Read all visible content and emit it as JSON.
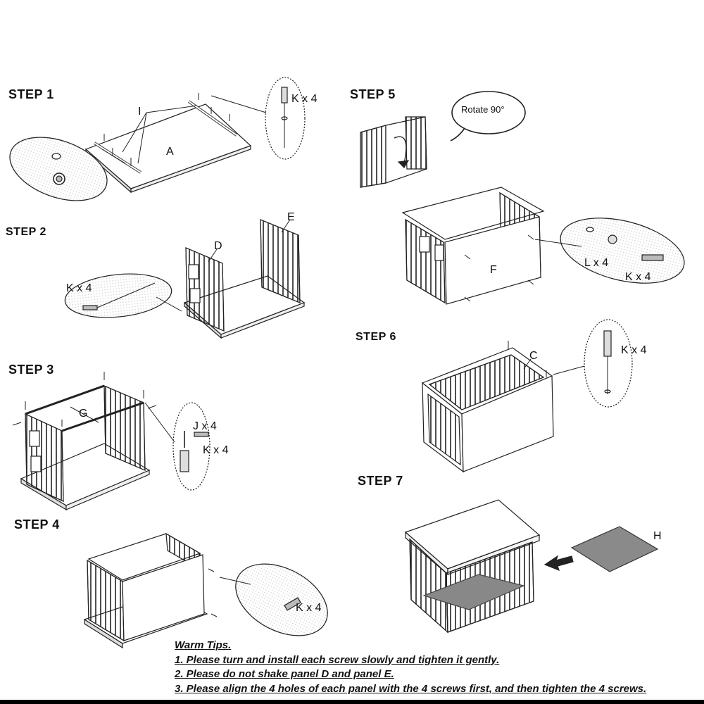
{
  "steps": {
    "s1": "STEP 1",
    "s2": "STEP 2",
    "s3": "STEP 3",
    "s4": "STEP 4",
    "s5": "STEP 5",
    "s6": "STEP 6",
    "s7": "STEP 7"
  },
  "labels": {
    "part_a": "A",
    "part_c": "C",
    "part_d": "D",
    "part_e": "E",
    "part_f": "F",
    "part_g": "G",
    "part_h": "H",
    "part_i": "I",
    "k_x4": "K x 4",
    "j_x4": "J x 4",
    "l_x4": "L x 4",
    "rotate": "Rotate 90°"
  },
  "tips": {
    "heading": "Warm Tips.",
    "tip1": "1. Please turn and install each screw slowly and tighten it gently.",
    "tip2": "2. Please do not shake panel D and panel E.",
    "tip3": "3. Please align the 4 holes of each panel with the 4 screws first, and then tighten the 4 screws."
  }
}
